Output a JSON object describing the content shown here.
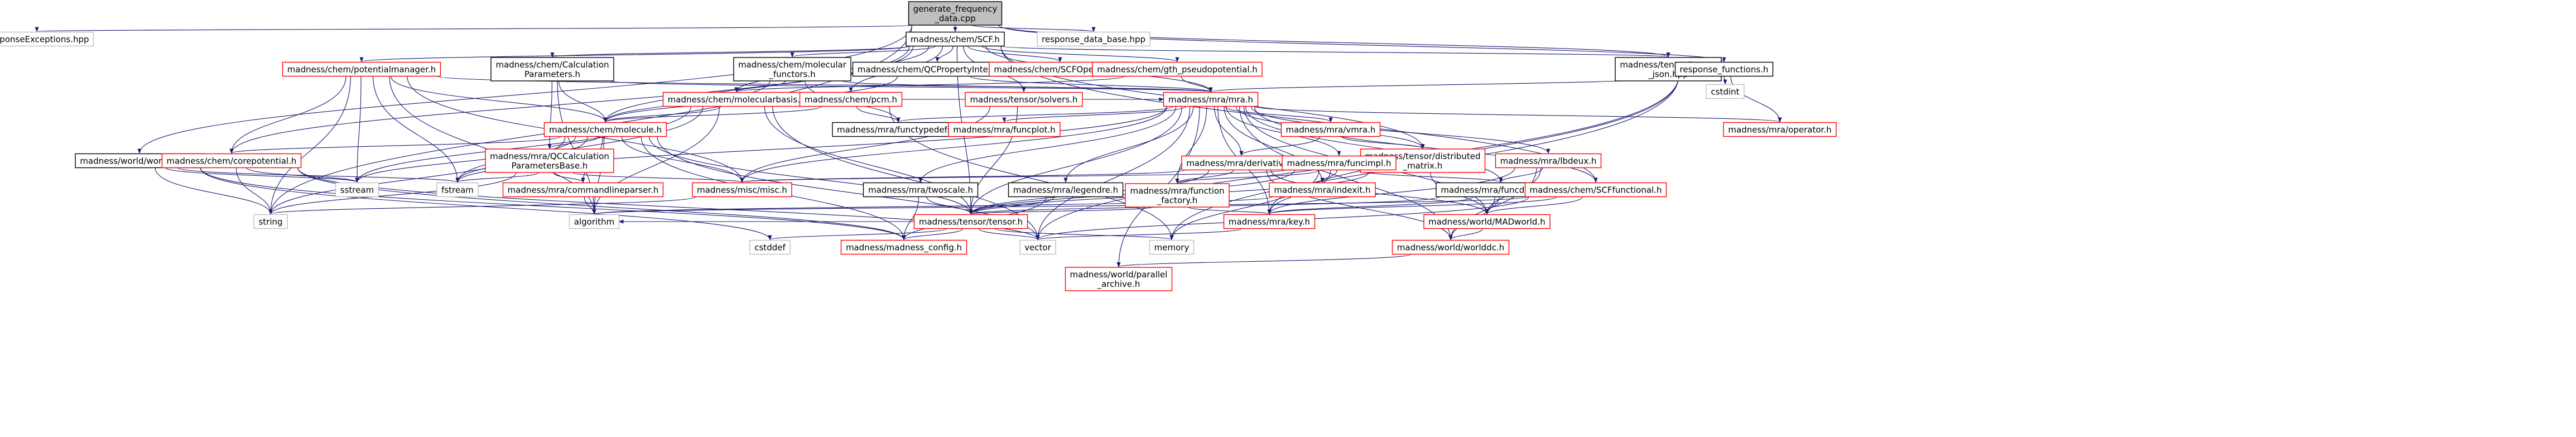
{
  "colors": {
    "edge": "#191970",
    "complete_border": "#000000",
    "incomplete_border": "#ff0000",
    "root_fill": "#bfbfbf",
    "plain_border": "#bfbfbf",
    "text_plain": "#000000",
    "text_incomplete": "#ff0000"
  },
  "nodes": [
    {
      "id": "root",
      "label": [
        "generate_frequency",
        "_data.cpp"
      ],
      "kind": "root"
    },
    {
      "id": "respexc",
      "label": [
        "ResponseExceptions.hpp"
      ],
      "kind": "plain"
    },
    {
      "id": "scf",
      "label": [
        "madness/chem/SCF.h"
      ],
      "kind": "complete"
    },
    {
      "id": "respdb",
      "label": [
        "response_data_base.hpp"
      ],
      "kind": "plain"
    },
    {
      "id": "tensorjson",
      "label": [
        "madness/tensor/tensor",
        "_json.hpp"
      ],
      "kind": "complete"
    },
    {
      "id": "respfun",
      "label": [
        "response_functions.h"
      ],
      "kind": "complete"
    },
    {
      "id": "potman",
      "label": [
        "madness/chem/potentialmanager.h"
      ],
      "kind": "incomplete"
    },
    {
      "id": "calcparam",
      "label": [
        "madness/chem/Calculation",
        "Parameters.h"
      ],
      "kind": "complete"
    },
    {
      "id": "molfun",
      "label": [
        "madness/chem/molecular",
        "_functors.h"
      ],
      "kind": "complete"
    },
    {
      "id": "qcprop",
      "label": [
        "madness/chem/QCPropertyInterface.h"
      ],
      "kind": "complete"
    },
    {
      "id": "scfops",
      "label": [
        "madness/chem/SCFOperators.h"
      ],
      "kind": "incomplete"
    },
    {
      "id": "gthpp",
      "label": [
        "madness/chem/gth_pseudopotential.h"
      ],
      "kind": "incomplete"
    },
    {
      "id": "cstdint",
      "label": [
        "cstdint"
      ],
      "kind": "plain"
    },
    {
      "id": "molbasis",
      "label": [
        "madness/chem/molecularbasis.h"
      ],
      "kind": "incomplete"
    },
    {
      "id": "pcm",
      "label": [
        "madness/chem/pcm.h"
      ],
      "kind": "incomplete"
    },
    {
      "id": "solvers",
      "label": [
        "madness/tensor/solvers.h"
      ],
      "kind": "incomplete"
    },
    {
      "id": "mra",
      "label": [
        "madness/mra/mra.h"
      ],
      "kind": "incomplete"
    },
    {
      "id": "operator",
      "label": [
        "madness/mra/operator.h"
      ],
      "kind": "incomplete"
    },
    {
      "id": "worldmem",
      "label": [
        "madness/world/worldmem.h"
      ],
      "kind": "complete"
    },
    {
      "id": "molecule",
      "label": [
        "madness/chem/molecule.h"
      ],
      "kind": "incomplete"
    },
    {
      "id": "functypedefs",
      "label": [
        "madness/mra/functypedefs.h"
      ],
      "kind": "complete"
    },
    {
      "id": "funcplot",
      "label": [
        "madness/mra/funcplot.h"
      ],
      "kind": "incomplete"
    },
    {
      "id": "vmra",
      "label": [
        "madness/mra/vmra.h"
      ],
      "kind": "incomplete"
    },
    {
      "id": "distmat",
      "label": [
        "madness/tensor/distributed",
        "_matrix.h"
      ],
      "kind": "incomplete"
    },
    {
      "id": "corepot",
      "label": [
        "madness/chem/corepotential.h"
      ],
      "kind": "incomplete"
    },
    {
      "id": "qccalc",
      "label": [
        "madness/mra/QCCalculation",
        "ParametersBase.h"
      ],
      "kind": "incomplete"
    },
    {
      "id": "derivative",
      "label": [
        "madness/mra/derivative.h"
      ],
      "kind": "incomplete"
    },
    {
      "id": "funcimpl",
      "label": [
        "madness/mra/funcimpl.h"
      ],
      "kind": "incomplete"
    },
    {
      "id": "lbdeux",
      "label": [
        "madness/mra/lbdeux.h"
      ],
      "kind": "incomplete"
    },
    {
      "id": "sstream",
      "label": [
        "sstream"
      ],
      "kind": "plain"
    },
    {
      "id": "fstream",
      "label": [
        "fstream"
      ],
      "kind": "plain"
    },
    {
      "id": "misc",
      "label": [
        "madness/misc/misc.h"
      ],
      "kind": "incomplete"
    },
    {
      "id": "cmdparser",
      "label": [
        "madness/mra/commandlineparser.h"
      ],
      "kind": "incomplete"
    },
    {
      "id": "twoscale",
      "label": [
        "madness/mra/twoscale.h"
      ],
      "kind": "complete"
    },
    {
      "id": "legendre",
      "label": [
        "madness/mra/legendre.h"
      ],
      "kind": "complete"
    },
    {
      "id": "funcfactory",
      "label": [
        "madness/mra/function",
        "_factory.h"
      ],
      "kind": "incomplete"
    },
    {
      "id": "indexit",
      "label": [
        "madness/mra/indexit.h"
      ],
      "kind": "incomplete"
    },
    {
      "id": "funcdefaults",
      "label": [
        "madness/mra/funcdefaults.h"
      ],
      "kind": "complete"
    },
    {
      "id": "sxfunc",
      "label": [
        "madness/chem/SCFfunctional.h"
      ],
      "kind": "incomplete"
    },
    {
      "id": "string",
      "label": [
        "string"
      ],
      "kind": "plain"
    },
    {
      "id": "algorithm",
      "label": [
        "algorithm"
      ],
      "kind": "plain"
    },
    {
      "id": "tensor",
      "label": [
        "madness/tensor/tensor.h"
      ],
      "kind": "incomplete"
    },
    {
      "id": "key",
      "label": [
        "madness/mra/key.h"
      ],
      "kind": "incomplete"
    },
    {
      "id": "madworld",
      "label": [
        "madness/world/MADworld.h"
      ],
      "kind": "incomplete"
    },
    {
      "id": "cstddef",
      "label": [
        "cstddef"
      ],
      "kind": "plain"
    },
    {
      "id": "madconfig",
      "label": [
        "madness/madness_config.h"
      ],
      "kind": "incomplete"
    },
    {
      "id": "vector",
      "label": [
        "vector"
      ],
      "kind": "plain"
    },
    {
      "id": "memory",
      "label": [
        "memory"
      ],
      "kind": "plain"
    },
    {
      "id": "worlddc",
      "label": [
        "madness/world/worlddc.h"
      ],
      "kind": "incomplete"
    },
    {
      "id": "parchive",
      "label": [
        "madness/world/parallel",
        "_archive.h"
      ],
      "kind": "incomplete"
    }
  ]
}
